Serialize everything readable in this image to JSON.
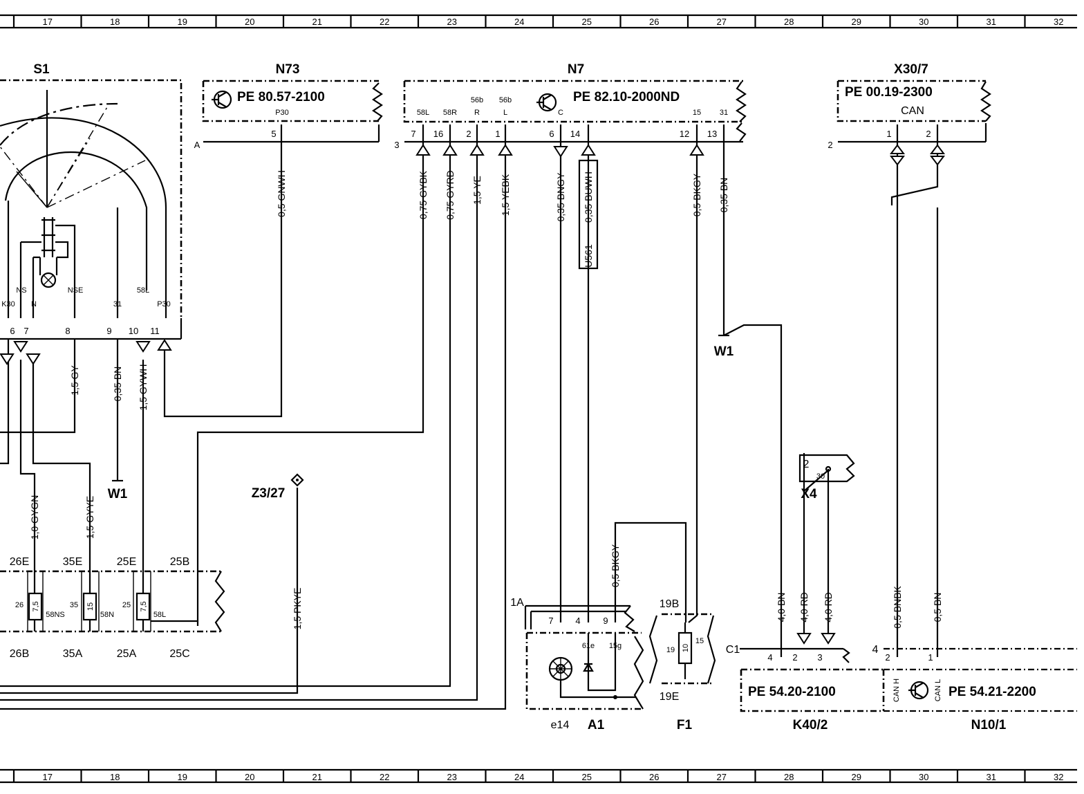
{
  "ruler": {
    "columns": [
      "17",
      "18",
      "19",
      "20",
      "21",
      "22",
      "23",
      "24",
      "25",
      "26",
      "27",
      "28",
      "29",
      "30",
      "31",
      "32"
    ]
  },
  "components": {
    "s1": {
      "title": "S1",
      "pins": [
        "K30",
        "NS",
        "N",
        "NSE",
        "31",
        "58L",
        "P30"
      ],
      "pin_numbers": [
        "6",
        "7",
        "8",
        "9",
        "10",
        "11"
      ]
    },
    "n73": {
      "title": "N73",
      "ref": "PE  80.57-2100",
      "side": "A",
      "pin_label": "P30",
      "pin_number": "5"
    },
    "n7": {
      "title": "N7",
      "ref": "PE  82.10-2000ND",
      "side": "3",
      "pin_labels": [
        "58L",
        "58R",
        "56b",
        "R",
        "56b",
        "L",
        "C",
        "15",
        "31"
      ],
      "pin_numbers": [
        "7",
        "16",
        "2",
        "1",
        "6",
        "14",
        "12",
        "13"
      ]
    },
    "x30_7": {
      "title": "X30/7",
      "ref": "PE  00.19-2300",
      "sub": "CAN",
      "side": "2",
      "pin_numbers": [
        "1",
        "2"
      ]
    },
    "z3_27": {
      "title": "Z3/27"
    },
    "x4": {
      "title": "X4",
      "pin_a": "2",
      "pin_b": "30"
    },
    "a1": {
      "title": "A1",
      "sub": "e14",
      "side": "1A",
      "pins": [
        "7",
        "4",
        "9"
      ],
      "labels": [
        "61e",
        "15g"
      ]
    },
    "f1": {
      "title": "F1",
      "top": "19B",
      "bottom": "19E",
      "pins": [
        "19",
        "10",
        "15"
      ]
    },
    "k40_2": {
      "title": "K40/2",
      "ref": "PE  54.20-2100",
      "side": "C1",
      "pins": [
        "4",
        "2",
        "3"
      ]
    },
    "n10_1": {
      "title": "N10/1",
      "ref": "PE  54.21-2200",
      "side": "4",
      "pins": [
        "2",
        "1"
      ],
      "can_h": "CAN H",
      "can_l": "CAN L"
    },
    "w1_a": {
      "title": "W1"
    },
    "w1_b": {
      "title": "W1"
    },
    "u561": {
      "title": "U561"
    }
  },
  "wires": {
    "gnwh": "0,5  GNWH",
    "gybk": "0,75  GYBK",
    "gyrd": "0,75  GYRD",
    "ye": "1,5  YE",
    "yebk": "1,5  YEBK",
    "bngy": "0,35  BNGY",
    "buwh": "0,35  BUWH",
    "bkgy1": "0,5  BKGY",
    "bn1": "0,35  BN",
    "gy": "1,5  GY",
    "bn2": "0,35  BN",
    "gywh": "1,5  GYWH",
    "gygn": "1,0  GYGN",
    "gyye": "1,5  GYYE",
    "pkye": "1,5  PKYE",
    "bkgy2": "0,5  BKGY",
    "bn40": "4,0  BN",
    "rd1": "4,0  RD",
    "rd2": "4,0  RD",
    "bnbk": "0,5  BNBK",
    "bn05": "0,5  BN"
  },
  "fusebox": {
    "top": [
      "26E",
      "35E",
      "25E",
      "25B"
    ],
    "bottom": [
      "26B",
      "35A",
      "25A",
      "25C"
    ],
    "fuses": [
      {
        "num": "26",
        "rating": "7,5",
        "out": "58NS"
      },
      {
        "num": "35",
        "rating": "15",
        "out": "58N"
      },
      {
        "num": "25",
        "rating": "7,5",
        "out": "58L"
      }
    ]
  }
}
